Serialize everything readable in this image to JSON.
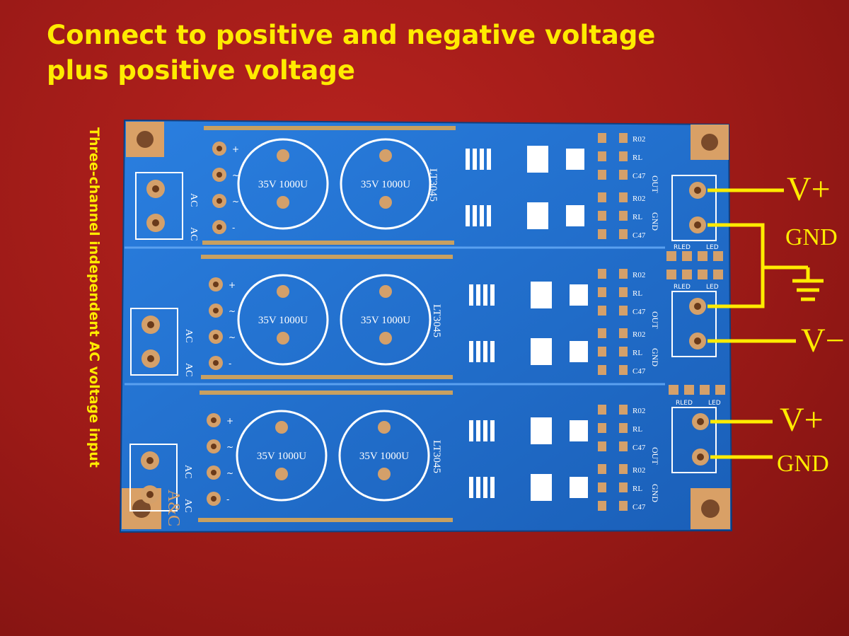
{
  "headline": {
    "line1": "Connect to positive and negative voltage",
    "line2": "plus positive voltage"
  },
  "side_label": "Three-channel independent AC voltage input",
  "board": {
    "brand": "A&C",
    "regulator_label": "LT3045",
    "capacitor_label": "35V 1000U",
    "ac_label": "AC",
    "out_label": "OUT",
    "gnd_label": "GND",
    "rled_label": "RLED",
    "led_label": "LED",
    "resistor_labels": [
      "R02",
      "RL",
      "C47"
    ],
    "bridge_marks": [
      "+",
      "~",
      "~",
      "-"
    ]
  },
  "outputs": {
    "v_plus": "V+",
    "gnd": "GND",
    "v_minus": "V−"
  },
  "colors": {
    "background": "#9c1a17",
    "pcb": "#1f6fd0",
    "silkscreen": "#ffffff",
    "pad": "#c58a52",
    "annotation": "#ffeb00"
  }
}
